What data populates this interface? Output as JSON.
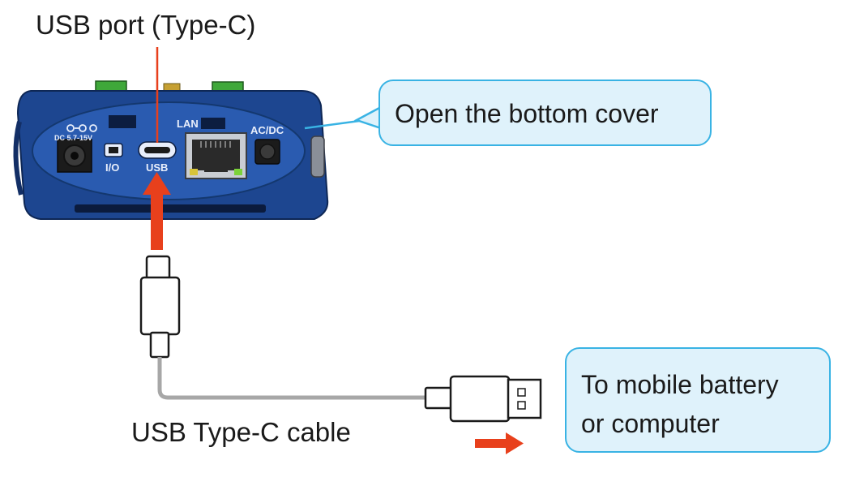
{
  "labels": {
    "usb_port": "USB port (Type-C)",
    "cable": "USB Type-C cable"
  },
  "callouts": {
    "open_cover": "Open the bottom cover",
    "to_battery_line1": "To mobile battery",
    "to_battery_line2": "or computer"
  },
  "device": {
    "dc_label": "DC 5.7-15V",
    "io_label": "I/O",
    "usb_label": "USB",
    "lan_label": "LAN",
    "acdc_label": "AC/DC"
  },
  "colors": {
    "device_body": "#1d4690",
    "device_panel": "#2a5bb0",
    "arrow": "#e8401c",
    "callout_border": "#39b3e4",
    "callout_fill": "#dff2fb",
    "cable": "#a7a7a7"
  }
}
